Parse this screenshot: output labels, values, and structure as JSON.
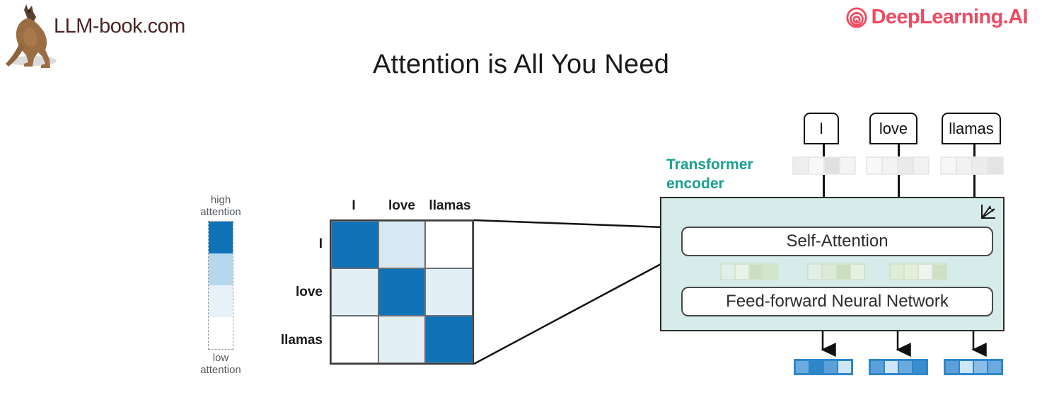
{
  "header": {
    "brand_text": "LLM-book.com",
    "brand_icon": "kangaroo-logo",
    "logo_name": "DeepLearning.AI",
    "logo_mark_icon": "deeplearning-spiral-icon",
    "logo_color": "#ee4b62"
  },
  "slide": {
    "title": "Attention is All You Need"
  },
  "legend": {
    "high_label": "high\nattention",
    "high_label_line1": "high",
    "high_label_line2": "attention",
    "low_label_line1": "low",
    "low_label_line2": "attention",
    "segments": [
      "#1073b8",
      "#b7d8ec",
      "#e6f1f8",
      "#ffffff"
    ]
  },
  "matrix": {
    "col_headers": [
      "I",
      "love",
      "llamas"
    ],
    "row_headers": [
      "I",
      "love",
      "llamas"
    ],
    "colors": {
      "high": "#1073b8",
      "mid": "#d7e8f3",
      "low_mid": "#e3eff7",
      "none": "#ffffff"
    },
    "cells": [
      [
        "high",
        "mid",
        "none"
      ],
      [
        "low_mid",
        "high",
        "low_mid"
      ],
      [
        "none",
        "low_mid",
        "high"
      ]
    ]
  },
  "encoder": {
    "label_line1": "Transformer",
    "label_line2": "encoder",
    "label_color": "#1aa08f",
    "box_color": "#d6ecea",
    "self_attention_label": "Self-Attention",
    "ffn_label": "Feed-forward Neural Network",
    "axes_icon": "vector-axes-icon"
  },
  "tokens": [
    {
      "word": "I"
    },
    {
      "word": "love"
    },
    {
      "word": "llamas"
    }
  ],
  "input_vectors": [
    {
      "cells": [
        "#eeeeee",
        "#f8f8f8",
        "#e0e0e0",
        "#f4f4f4"
      ]
    },
    {
      "cells": [
        "#f9f9f9",
        "#f3f3f3",
        "#eaeaea",
        "#f2f2f2"
      ]
    },
    {
      "cells": [
        "#f7f7f7",
        "#f2f2f2",
        "#ececec",
        "#e4e4e4"
      ]
    }
  ],
  "hidden_vectors": [
    {
      "cells": [
        "#e2efe6",
        "#e9f3ea",
        "#cadfbf",
        "#d5e5c9"
      ]
    },
    {
      "cells": [
        "#e2efe9",
        "#dcebd5",
        "#cadfbf",
        "#e6f1e4"
      ]
    },
    {
      "cells": [
        "#dfecd6",
        "#e3efdb",
        "#eef5ec",
        "#cfe1c3"
      ]
    }
  ],
  "output_vectors": [
    {
      "cells": [
        "#6aaade",
        "#2e86c8",
        "#5ba0d8",
        "#cde7f8"
      ]
    },
    {
      "cells": [
        "#5ba0d8",
        "#cde7f8",
        "#6aaade",
        "#3a8ecd"
      ]
    },
    {
      "cells": [
        "#5ba0d8",
        "#cde7f8",
        "#8cbde6",
        "#6aaade"
      ]
    }
  ]
}
